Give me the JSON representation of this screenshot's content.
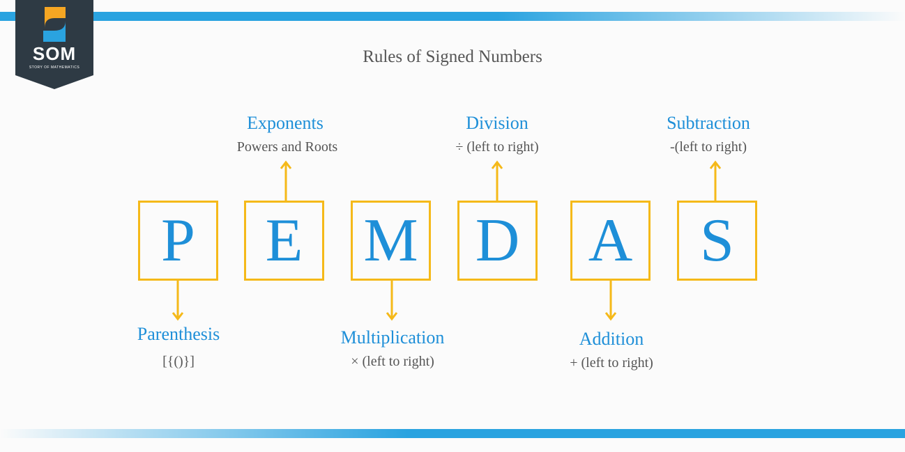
{
  "logo": {
    "name": "SOM",
    "tagline": "STORY OF MATHEMATICS"
  },
  "title": "Rules of Signed Numbers",
  "colors": {
    "accent_blue": "#1e8fd8",
    "box_border": "#f5b919",
    "stripe_blue": "#2aa3e0",
    "logo_bg": "#2e3a44",
    "logo_orange": "#f5a623",
    "logo_blue": "#2aa3e0",
    "text_gray": "#555555"
  },
  "letters": [
    {
      "letter": "P",
      "label": "Parenthesis",
      "sub": "[{()}]",
      "position": "below"
    },
    {
      "letter": "E",
      "label": "Exponents",
      "sub": "Powers and Roots",
      "position": "above"
    },
    {
      "letter": "M",
      "label": "Multiplication",
      "sub": "× (left to right)",
      "position": "below"
    },
    {
      "letter": "D",
      "label": "Division",
      "sub": "÷ (left to right)",
      "position": "above"
    },
    {
      "letter": "A",
      "label": "Addition",
      "sub": "+ (left to right)",
      "position": "below"
    },
    {
      "letter": "S",
      "label": "Subtraction",
      "sub": "-(left to right)",
      "position": "above"
    }
  ]
}
